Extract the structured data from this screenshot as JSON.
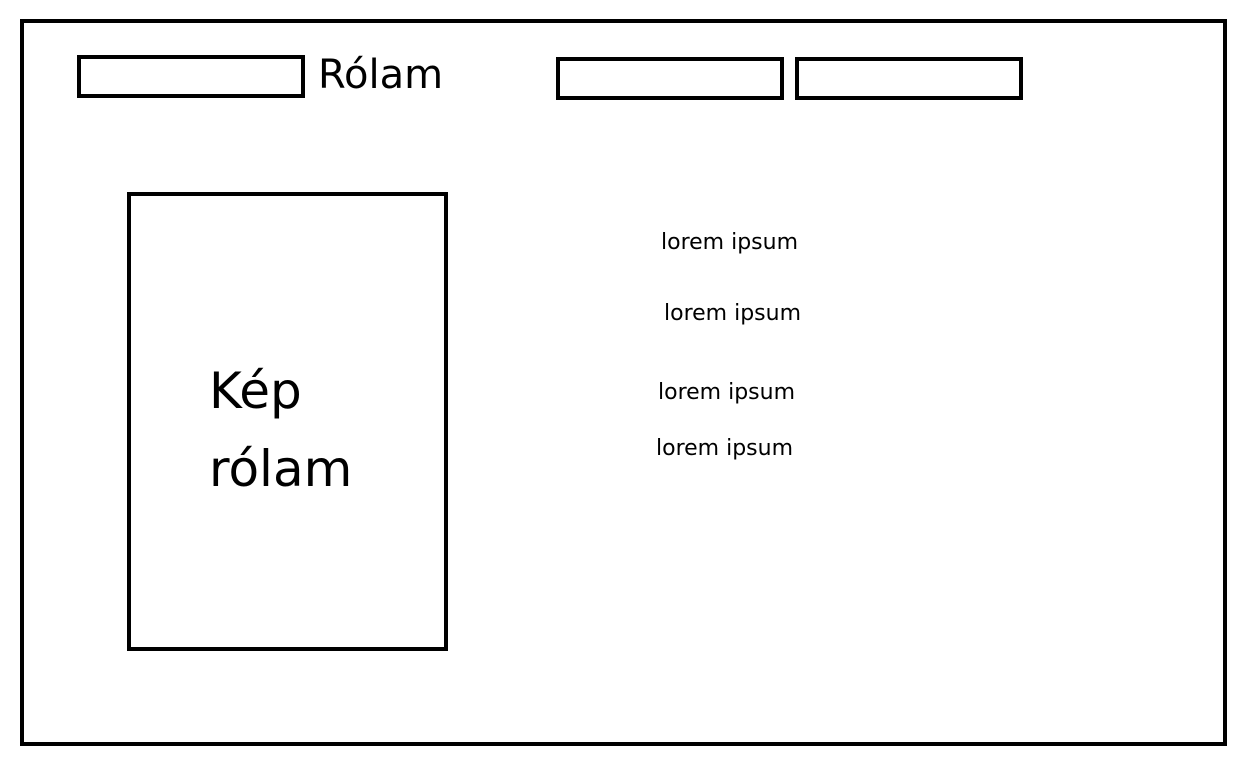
{
  "header": {
    "title": "Rólam"
  },
  "photo": {
    "label_line1": "Kép",
    "label_line2": "rólam"
  },
  "content": {
    "lines": [
      "lorem ipsum",
      "lorem ipsum",
      "lorem ipsum",
      "lorem ipsum"
    ]
  }
}
